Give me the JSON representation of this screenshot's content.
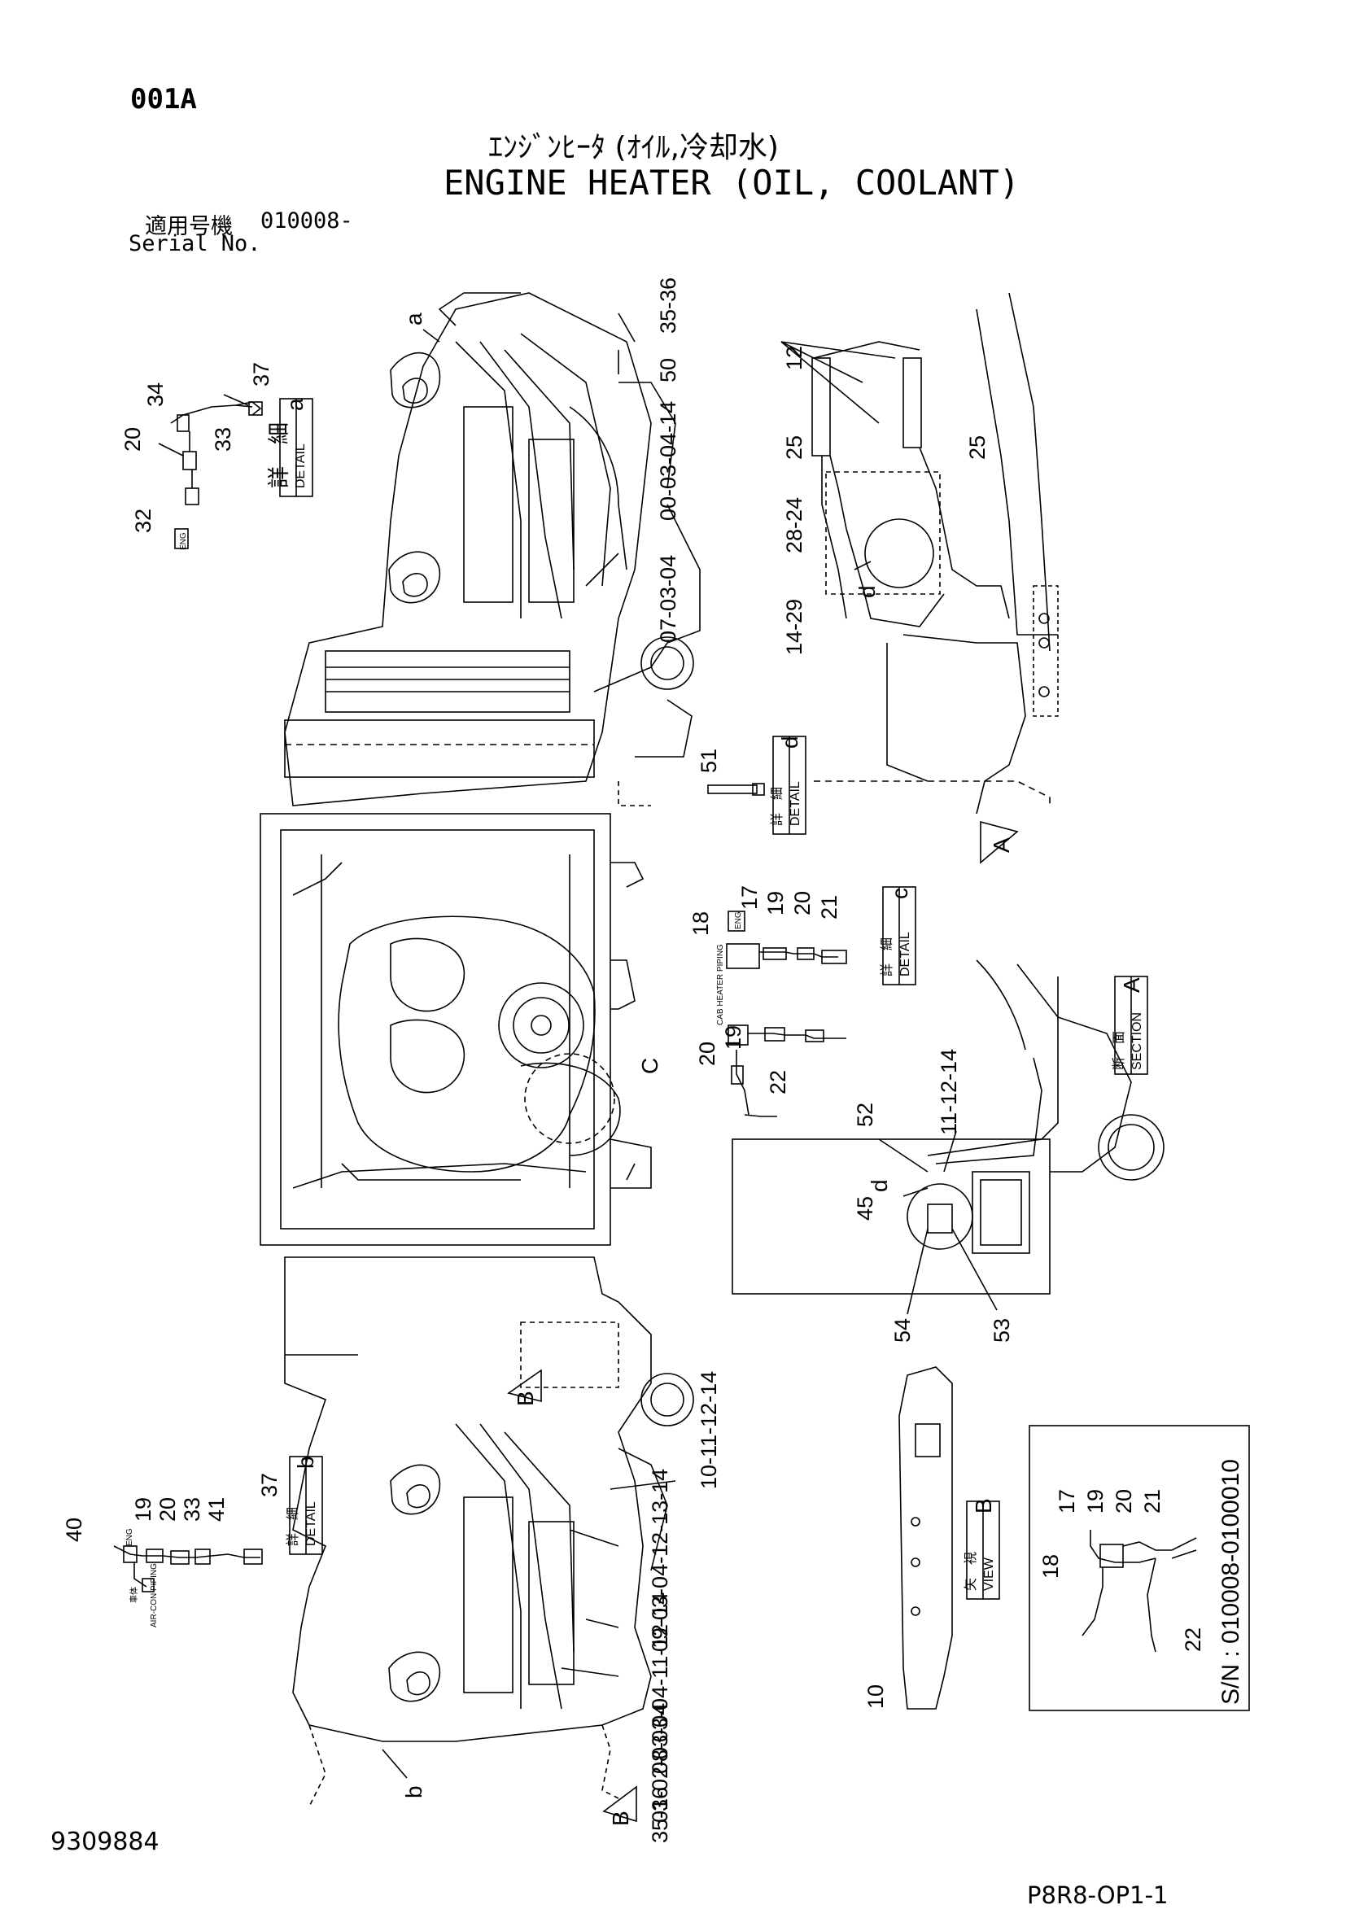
{
  "header": {
    "code": "001A",
    "title_jp": "ｴﾝｼﾞﾝﾋｰﾀ (ｵｲﾙ,冷却水)",
    "title_en": "ENGINE HEATER (OIL, COOLANT)",
    "serial_label_jp": "適用号機",
    "serial_value": "010008-",
    "serial_label_en": "Serial No."
  },
  "footer": {
    "doc_number": "9309884",
    "sheet_id": "P8R8-OP1-1"
  },
  "details": {
    "a": {
      "jp": "詳　細",
      "en": "DETAIL",
      "letter": "a"
    },
    "b": {
      "jp": "詳　細",
      "en": "DETAIL",
      "letter": "b"
    },
    "c": {
      "jp": "詳　細",
      "en": "DETAIL",
      "letter": "c"
    },
    "d": {
      "jp": "詳　細",
      "en": "DETAIL",
      "letter": "d"
    },
    "section_A": {
      "jp": "断　面",
      "en": "SECTION",
      "letter": "A"
    },
    "view_B": {
      "jp": "矢　視",
      "en": "VIEW",
      "letter": "B"
    }
  },
  "serial_box": "S/N : 010008-0100010",
  "tags": {
    "eng": "ENG",
    "cab_heater_piping": "CAB HEATER PIPING",
    "aircon_piping": "AIR-CON PIPING",
    "jp_tag": "車体"
  },
  "callouts": {
    "a_top": "a",
    "b_bottom": "b",
    "c_mid": "C",
    "d_right": "d",
    "d_panel": "d",
    "arrowA": "A",
    "arrowB_upper": "B",
    "arrowB_lower": "B"
  },
  "part_labels": {
    "p35_36_top": "35-36",
    "p50": "50",
    "p00_03_04_14": "00-03-04-14",
    "p07_03_04": "07-03-04",
    "p34": "34",
    "p37_a": "37",
    "p20_a": "20",
    "p33_a": "33",
    "p32": "32",
    "p12_top": "12",
    "p25_left": "25",
    "p25_right": "25",
    "p28_24": "28-24",
    "p14_29": "14-29",
    "p51": "51",
    "p17_c": "17",
    "p19_c": "19",
    "p20_c": "20",
    "p21_c": "21",
    "p18_c": "18",
    "p20_c2": "20",
    "p19_c2": "19",
    "p22_c": "22",
    "p52": "52",
    "p11_12_14": "11-12-14",
    "p45": "45",
    "p54": "54",
    "p53": "53",
    "p10_11_12_14": "10-11-12-14",
    "p09_03_04_12_13_14": "09-03-04-12-13-14",
    "p08_03_04_11_12_14": "08-03-04-11-12-14",
    "p01_02_03_04": "01-02-03-04",
    "p35_36_bottom": "35-36",
    "p40": "40",
    "p19_b": "19",
    "p20_b": "20",
    "p33_b": "33",
    "p41": "41",
    "p37_b": "37",
    "p10_view": "10",
    "p17_sn": "17",
    "p19_sn": "19",
    "p20_sn": "20",
    "p21_sn": "21",
    "p18_sn": "18",
    "p22_sn": "22"
  }
}
